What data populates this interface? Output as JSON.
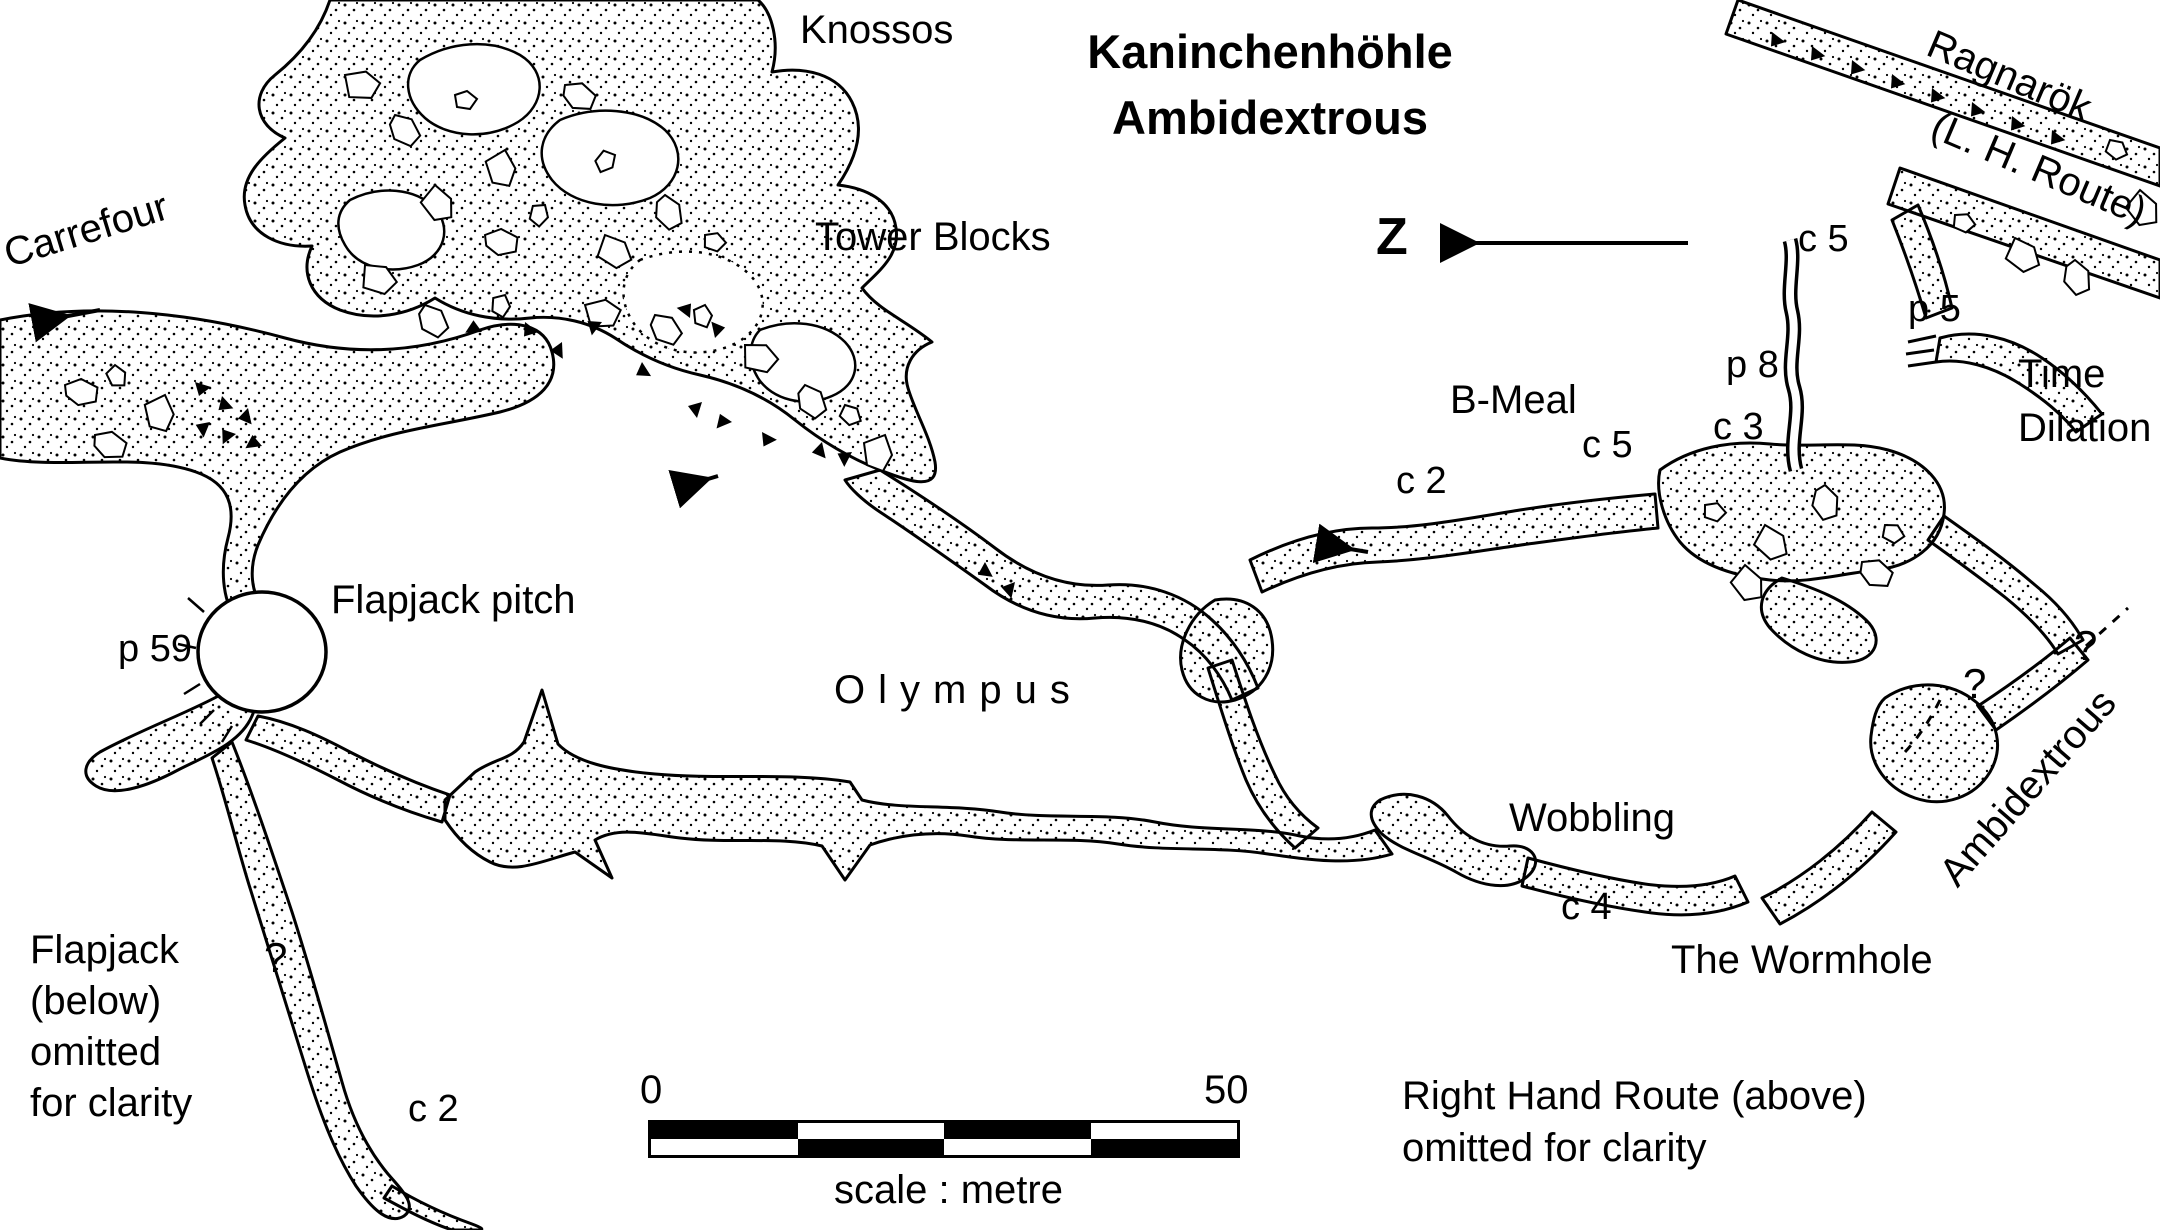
{
  "map": {
    "title_line1": "Kaninchenhöhle",
    "title_line2": "Ambidextrous"
  },
  "labels": {
    "knossos": "Knossos",
    "tower_blocks": "Tower Blocks",
    "carrefour": "Carrefour",
    "ragnarok": "Ragnarök",
    "lh_route": "(L. H. Route)",
    "b_meal": "B-Meal",
    "time": "Time",
    "dilation": "Dilation",
    "flapjack_pitch": "Flapjack pitch",
    "olympus": "Olympus",
    "wobbling": "Wobbling",
    "wormhole": "The Wormhole",
    "ambidextrous_passage": "Ambidextrous",
    "p59": "p 59",
    "p8": "p 8",
    "p5": "p 5",
    "c5_ragnarok": "c 5",
    "c5_bmeal": "c 5",
    "c3": "c 3",
    "c2_bmeal": "c 2",
    "c4": "c 4",
    "c2_flapjack": "c 2",
    "q_far_right": "?",
    "q_right": "?",
    "q_flapjack": "?"
  },
  "notes": {
    "flapjack_line1": "Flapjack",
    "flapjack_line2": "(below)",
    "flapjack_line3": "omitted",
    "flapjack_line4": "for clarity",
    "rhr_line1": "Right Hand Route (above)",
    "rhr_line2": "omitted for clarity"
  },
  "north": {
    "letter": "Z"
  },
  "scale": {
    "start": "0",
    "end": "50",
    "caption": "scale : metre"
  },
  "colors": {
    "ink": "#000000",
    "paper": "#ffffff"
  }
}
